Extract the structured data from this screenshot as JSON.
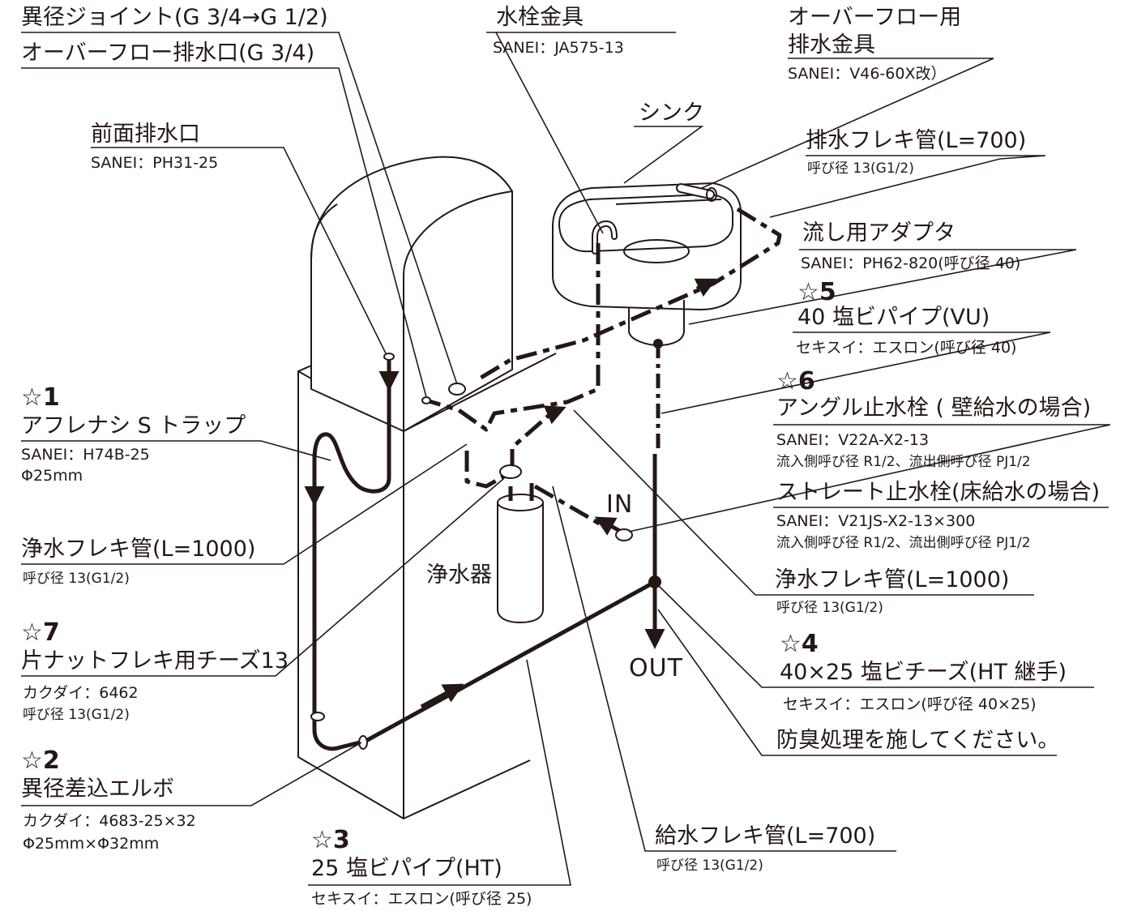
{
  "labels": {
    "ikei_joint": "異径ジョイント(G 3/4→G 1/2)",
    "overflow_outlet": "オーバーフロー排水口(G 3/4)",
    "front_drain": "前面排水口",
    "front_drain_model": "SANEI：PH31-25",
    "faucet": "水栓金具",
    "faucet_model": "SANEI：JA575-13",
    "overflow_fitting_1": "オーバーフロー用",
    "overflow_fitting_2": "排水金具",
    "overflow_fitting_model": "SANEI：V46-60X改）",
    "sink": "シンク",
    "drain_flex": "排水フレキ管(L=700)",
    "drain_flex_size": "呼び径 13(G1/2)",
    "sink_adapter": "流し用アダプタ",
    "sink_adapter_model": "SANEI：PH62-820(呼び径 40)",
    "item5_star": "☆",
    "item5_num": "5",
    "item5_title": "40 塩ビパイプ(VU)",
    "item5_model": "セキスイ：エスロン(呼び径 40)",
    "item6_star": "☆",
    "item6_num": "6",
    "item6_title": "アングル止水栓 ( 壁給水の場合)",
    "item6_model": "SANEI：V22A-X2-13",
    "item6_spec": "流入側呼び径 R1/2、流出側呼び径 PJ1/2",
    "straight_valve": "ストレート止水栓(床給水の場合)",
    "straight_valve_model": "SANEI：V21JS-X2-13×300",
    "straight_valve_spec": "流入側呼び径 R1/2、流出側呼び径 PJ1/2",
    "clean_flex_right": "浄水フレキ管(L=1000)",
    "clean_flex_right_size": "呼び径 13(G1/2)",
    "item4_star": "☆",
    "item4_num": "4",
    "item4_title": "40×25 塩ビチーズ(HT 継手)",
    "item4_model": "セキスイ：エスロン(呼び径 40×25)",
    "odor_note": "防臭処理を施してください。",
    "item1_star": "☆",
    "item1_num": "1",
    "item1_title": "アフレナシ S トラップ",
    "item1_model": "SANEI：H74B-25",
    "item1_size": "Φ25mm",
    "clean_flex_left": "浄水フレキ管(L=1000)",
    "clean_flex_left_size": "呼び径 13(G1/2)",
    "item7_star": "☆",
    "item7_num": "7",
    "item7_title": "片ナットフレキ用チーズ13",
    "item7_model": "カクダイ：6462",
    "item7_size": "呼び径 13(G1/2)",
    "item2_star": "☆",
    "item2_num": "2",
    "item2_title": "異径差込エルボ",
    "item2_model": "カクダイ：4683-25×32",
    "item2_size": "Φ25mm×Φ32mm",
    "item3_star": "☆",
    "item3_num": "3",
    "item3_title": "25 塩ビパイプ(HT)",
    "item3_model": "セキスイ：エスロン(呼び径 25)",
    "supply_flex": "給水フレキ管(L=700)",
    "supply_flex_size": "呼び径 13(G1/2)",
    "purifier": "浄水器",
    "in_label": "IN",
    "out_label": "OUT"
  },
  "colors": {
    "ink": "#231815",
    "background": "#ffffff"
  }
}
